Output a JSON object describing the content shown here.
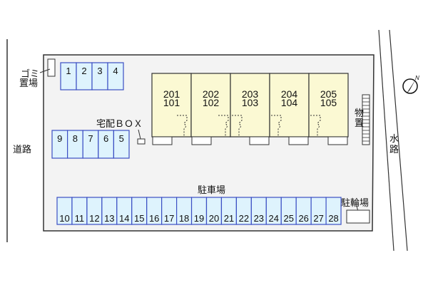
{
  "labels": {
    "garbage_1": "ゴミ",
    "garbage_2": "置場",
    "delivery_box": "宅配ＢＯＸ",
    "road_left": "道路",
    "waterway_1": "水",
    "waterway_2": "路",
    "storage_1": "物",
    "storage_2": "置",
    "parking": "駐車場",
    "bicycle": "駐輪場",
    "north": "N"
  },
  "parking_top": [
    "1",
    "2",
    "3",
    "4"
  ],
  "parking_mid": [
    "9",
    "8",
    "7",
    "6",
    "5"
  ],
  "parking_bottom": [
    "10",
    "11",
    "12",
    "13",
    "14",
    "15",
    "16",
    "17",
    "18",
    "19",
    "20",
    "21",
    "22",
    "23",
    "24",
    "25",
    "26",
    "27",
    "28"
  ],
  "units": [
    {
      "upper": "201",
      "lower": "101"
    },
    {
      "upper": "202",
      "lower": "102"
    },
    {
      "upper": "203",
      "lower": "103"
    },
    {
      "upper": "204",
      "lower": "104"
    },
    {
      "upper": "205",
      "lower": "105"
    }
  ],
  "colors": {
    "site": "#f3f3f3",
    "parking_fill": "#def3fd",
    "parking_stroke": "#3b4fc4",
    "building": "#fbf9d3"
  }
}
